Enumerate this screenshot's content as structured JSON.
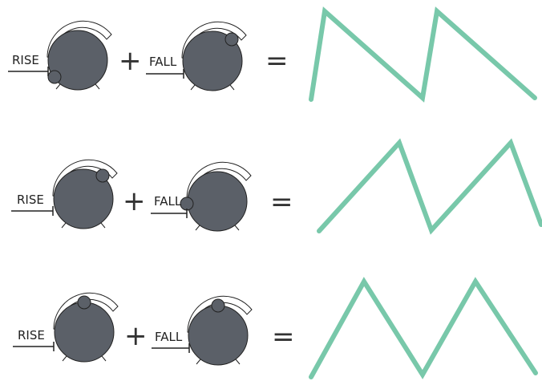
{
  "labels": {
    "rise": "RISE",
    "fall": "FALL"
  },
  "operators": {
    "plus": "+",
    "equals": "="
  },
  "colors": {
    "knob": "#5b6068",
    "outline": "#222222",
    "wave": "#78c8aa"
  },
  "rows": [
    {
      "rise_setting": 0.0,
      "fall_setting": 1.0,
      "waveform": "ramp-down"
    },
    {
      "rise_setting": 1.0,
      "fall_setting": 0.0,
      "waveform": "ramp-up"
    },
    {
      "rise_setting": 0.5,
      "fall_setting": 0.5,
      "waveform": "triangle"
    }
  ]
}
